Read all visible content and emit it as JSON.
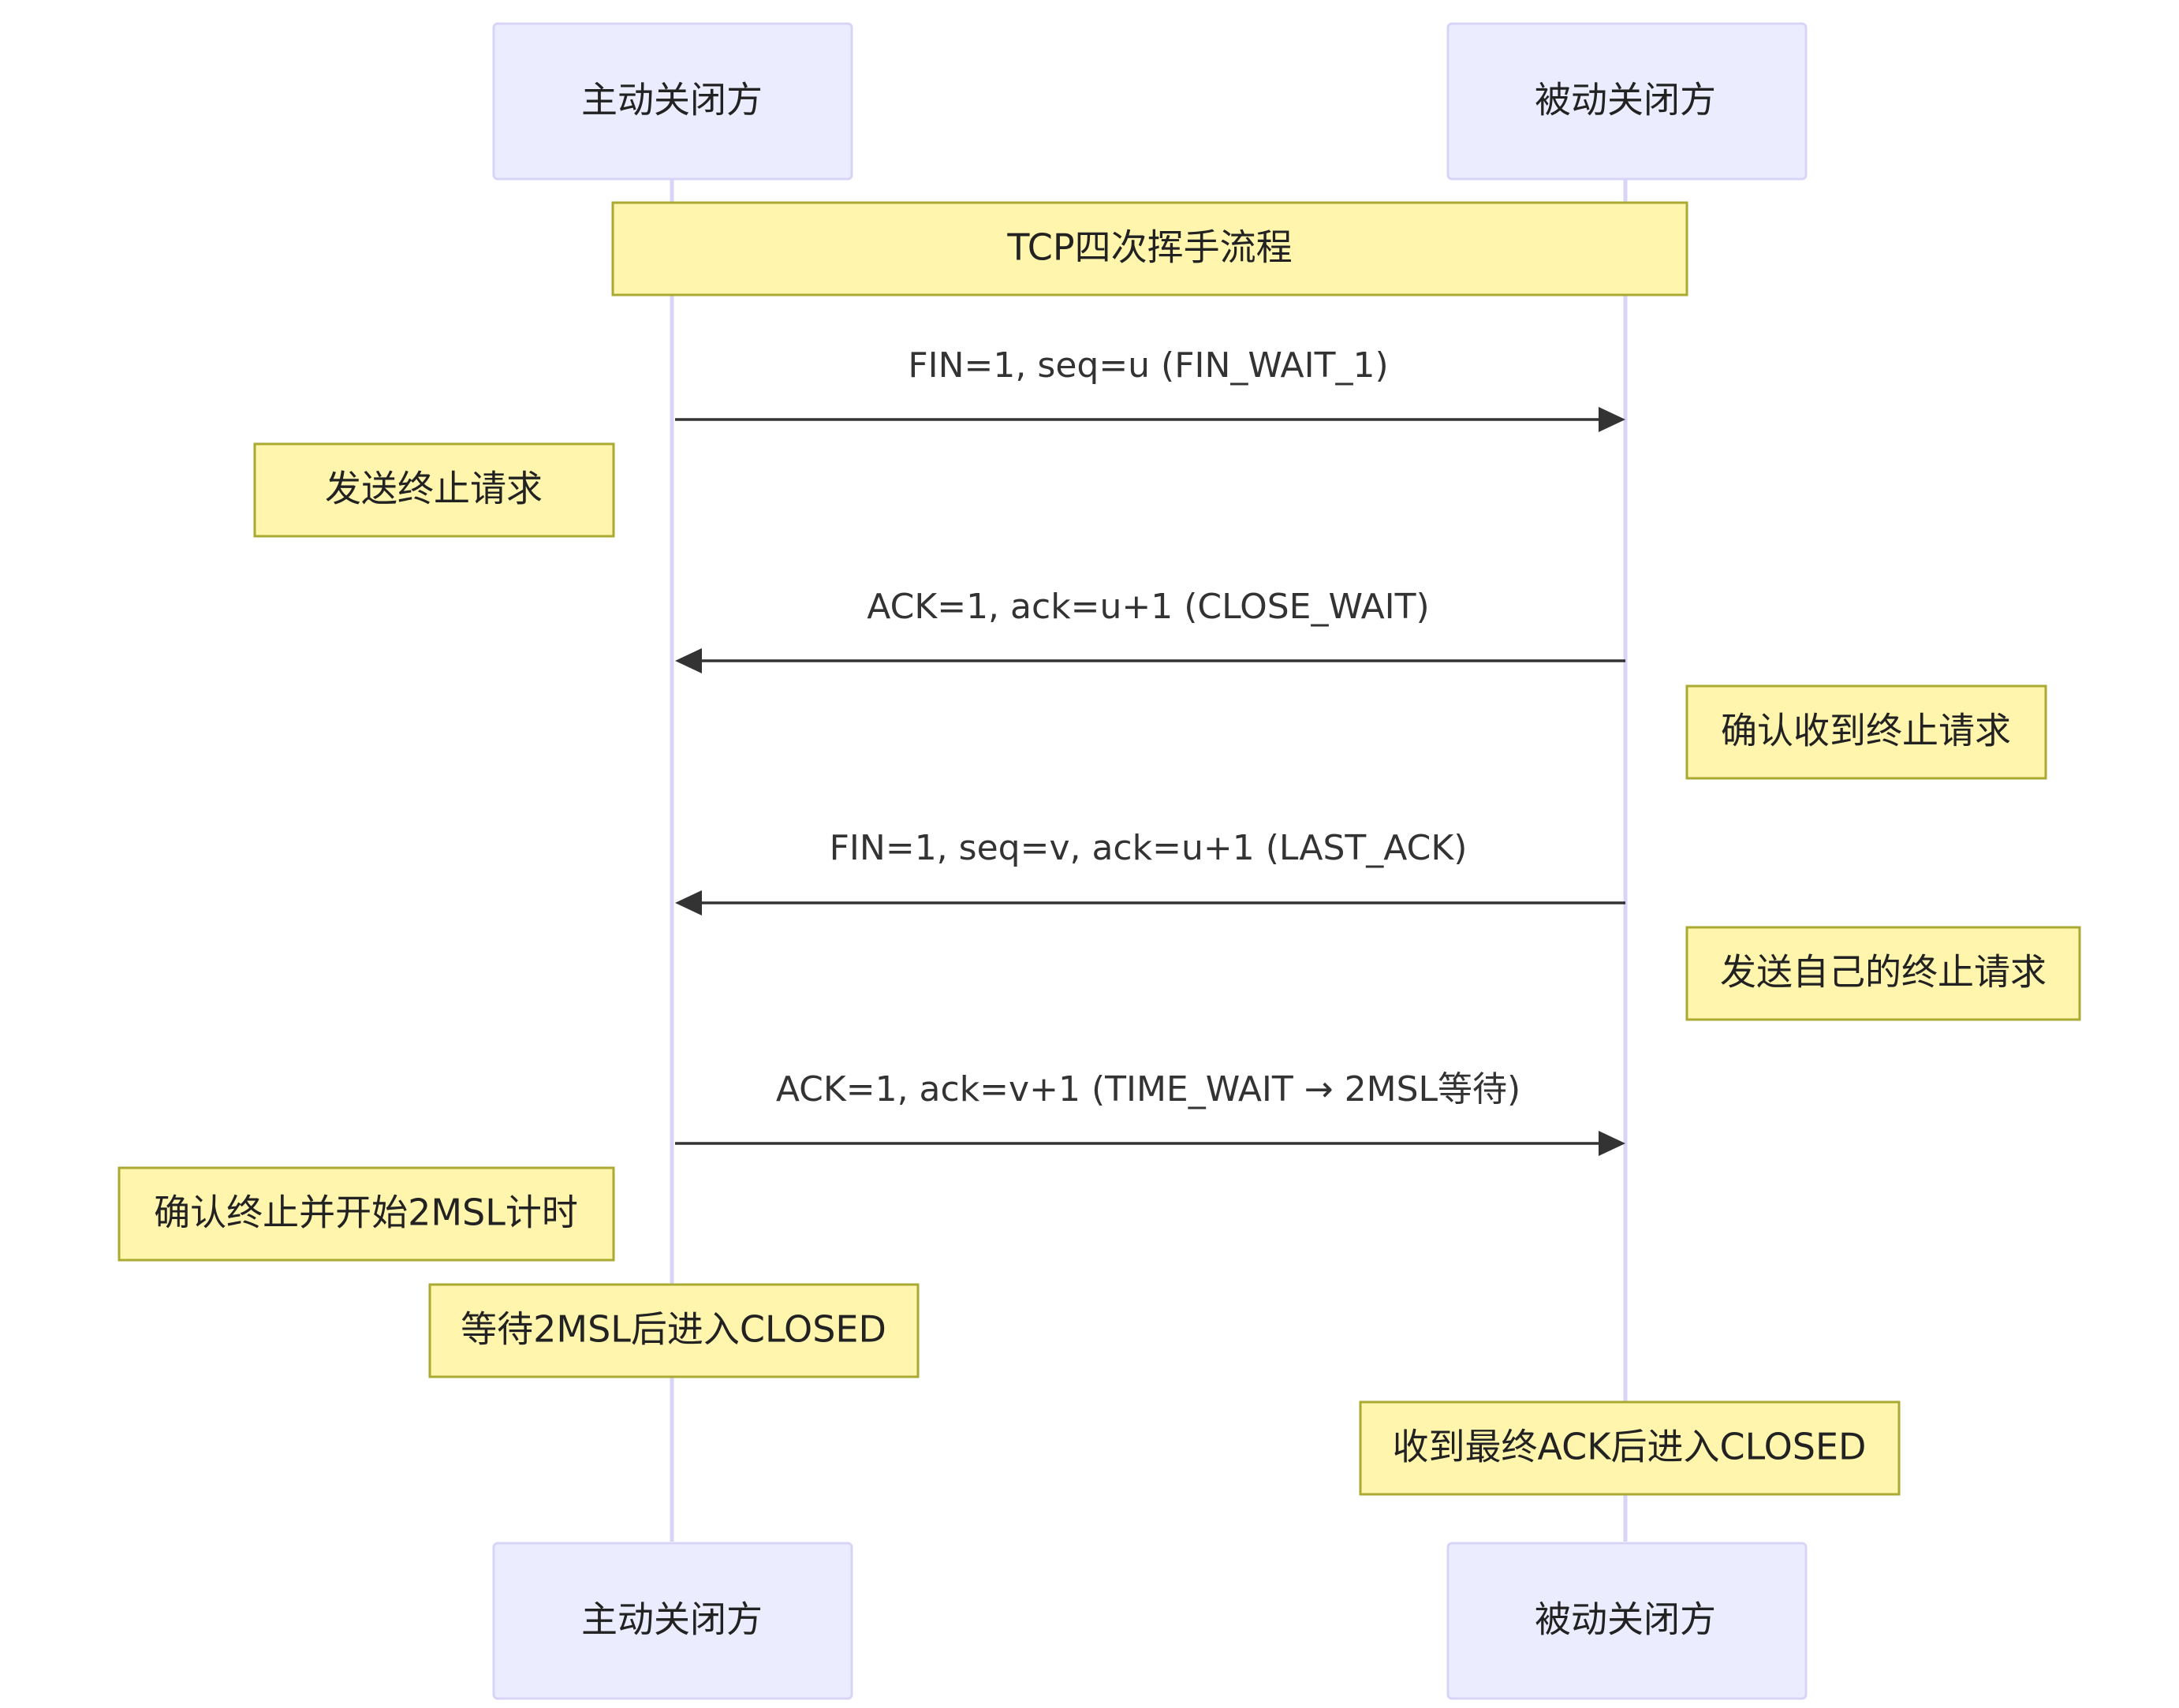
{
  "participants": [
    {
      "id": "active",
      "label": "主动关闭方"
    },
    {
      "id": "passive",
      "label": "被动关闭方"
    }
  ],
  "title_note": {
    "text": "TCP四次挥手流程",
    "over": [
      "active",
      "passive"
    ]
  },
  "steps": [
    {
      "message": {
        "from": "active",
        "to": "passive",
        "text": "FIN=1, seq=u (FIN_WAIT_1)"
      },
      "note": {
        "side": "left",
        "participant": "active",
        "text": "发送终止请求"
      }
    },
    {
      "message": {
        "from": "passive",
        "to": "active",
        "text": "ACK=1, ack=u+1 (CLOSE_WAIT)"
      },
      "note": {
        "side": "right",
        "participant": "passive",
        "text": "确认收到终止请求"
      }
    },
    {
      "message": {
        "from": "passive",
        "to": "active",
        "text": "FIN=1, seq=v, ack=u+1 (LAST_ACK)"
      },
      "note": {
        "side": "right",
        "participant": "passive",
        "text": "发送自己的终止请求"
      }
    },
    {
      "message": {
        "from": "active",
        "to": "passive",
        "text": "ACK=1, ack=v+1 (TIME_WAIT → 2MSL等待)"
      },
      "note": {
        "side": "left",
        "participant": "active",
        "text": "确认终止并开始2MSL计时"
      }
    }
  ],
  "final_notes": [
    {
      "side": "over",
      "participant": "active",
      "text": "等待2MSL后进入CLOSED"
    },
    {
      "side": "over",
      "participant": "passive",
      "text": "收到最终ACK后进入CLOSED"
    }
  ],
  "colors": {
    "actor_fill": "#ececff",
    "actor_border": "#d7d4f7",
    "note_fill": "#fff5ad",
    "note_border": "#aaaa33",
    "arrow": "#333333"
  }
}
